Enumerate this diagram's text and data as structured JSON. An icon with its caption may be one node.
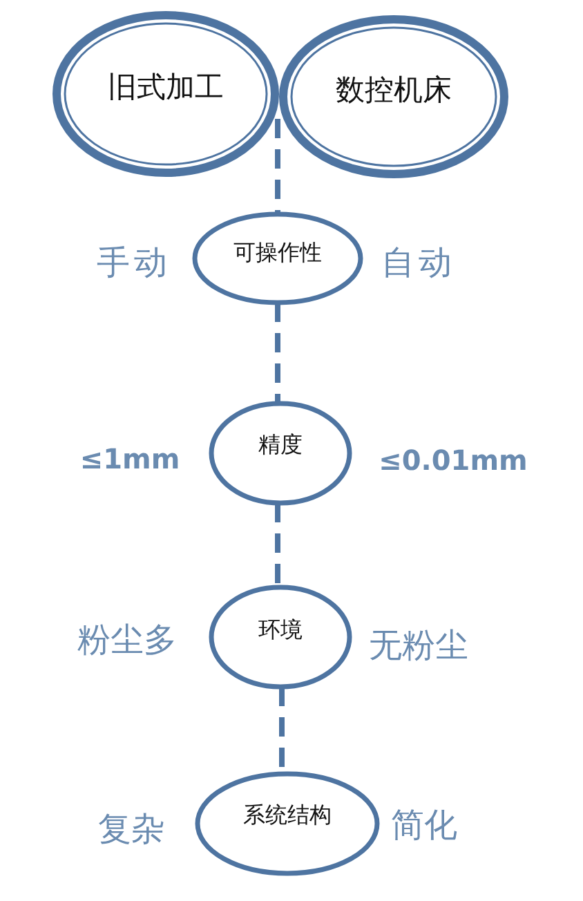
{
  "diagram": {
    "nodes": [
      {
        "text": [
          "旧式加工"
        ]
      },
      {
        "text": [
          "数控机床"
        ]
      },
      {
        "text": [
          "可操作性"
        ],
        "beside": [
          "手动",
          "自动"
        ]
      },
      {
        "text": [
          "精度"
        ],
        "beside": [
          "≤1mm",
          "≤0.01mm"
        ]
      },
      {
        "text": [
          "环境"
        ],
        "beside": [
          "粉尘多",
          "无粉尘"
        ]
      },
      {
        "text": [
          "系统结构"
        ],
        "beside": [
          "复杂",
          "简化"
        ]
      }
    ],
    "edges": [
      {
        "from": 0,
        "to": 2,
        "arrow": "none",
        "style": "dashed"
      },
      {
        "from": 1,
        "to": 2,
        "arrow": "none",
        "style": "dashed"
      },
      {
        "from": 2,
        "to": 3,
        "arrow": "none",
        "style": "dashed"
      },
      {
        "from": 3,
        "to": 4,
        "arrow": "none",
        "style": "dashed"
      },
      {
        "from": 4,
        "to": 5,
        "arrow": "none",
        "style": "dashed"
      }
    ]
  }
}
